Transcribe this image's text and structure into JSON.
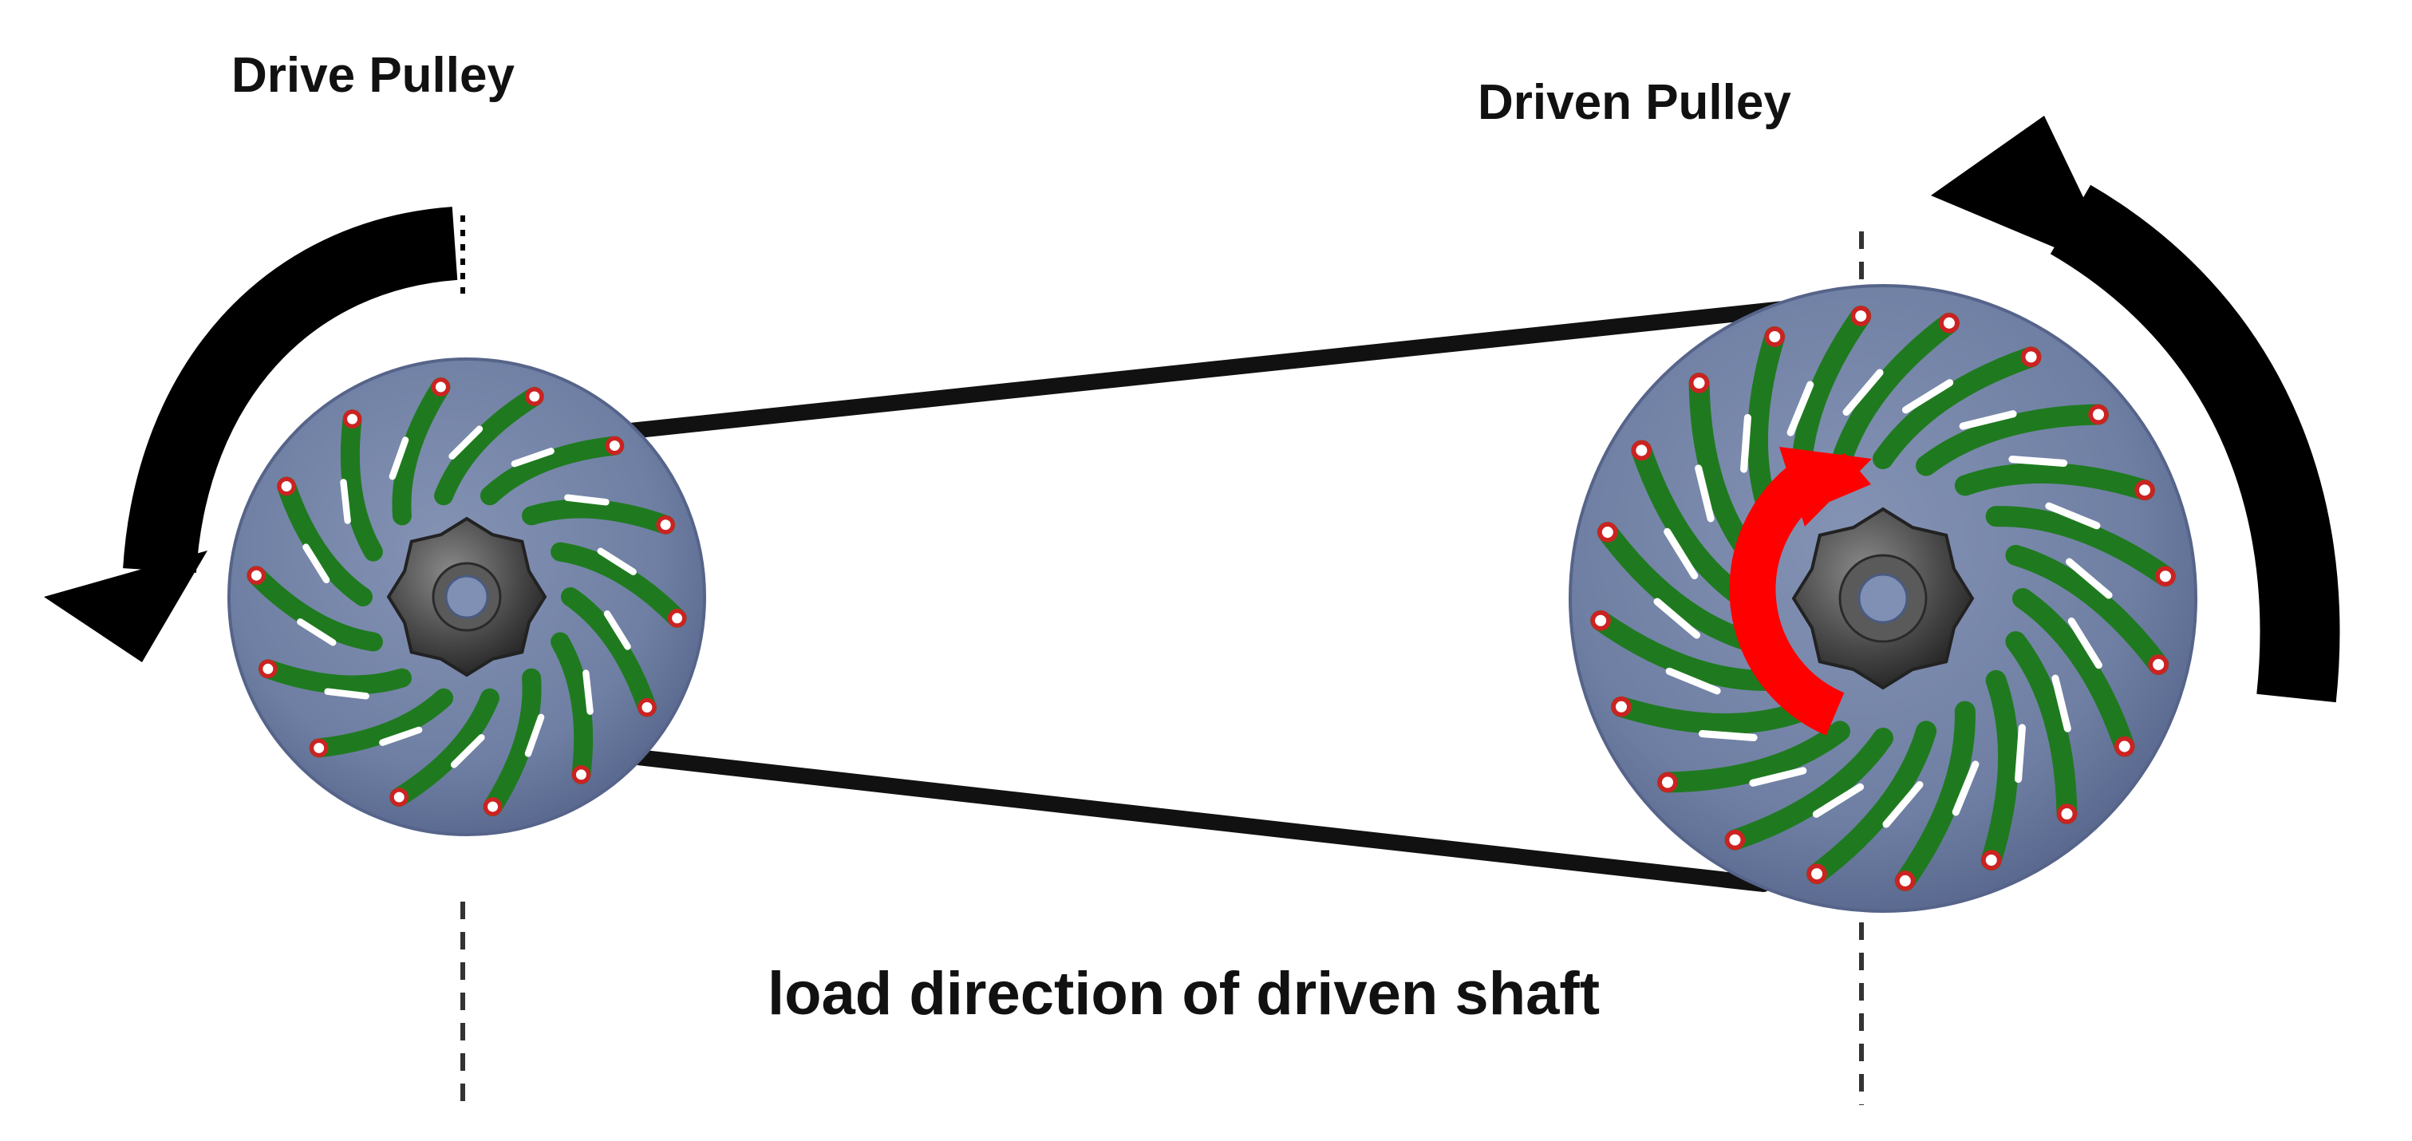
{
  "labels": {
    "drive_pulley": "Drive Pulley",
    "driven_pulley": "Driven Pulley",
    "load_direction": "load direction of driven shaft"
  },
  "colors": {
    "background": "#ffffff",
    "disc": "#6f7fa3",
    "disc_edge": "#56648a",
    "vane": "#1f7a1f",
    "vane_slot": "#ffffff",
    "pin": "#cc2222",
    "hub": "#3c3c3c",
    "belt": "#111111",
    "rotation_arrow": "#000000",
    "load_arrow": "#ff0000",
    "axis_line": "#333333"
  },
  "icons": {
    "drive_rotation": "counterclockwise-arrow-icon",
    "driven_rotation": "counterclockwise-arrow-icon",
    "load_direction": "clockwise-arrow-icon"
  },
  "drive_pulley": {
    "vane_count": 14
  },
  "driven_pulley": {
    "vane_count": 20
  }
}
